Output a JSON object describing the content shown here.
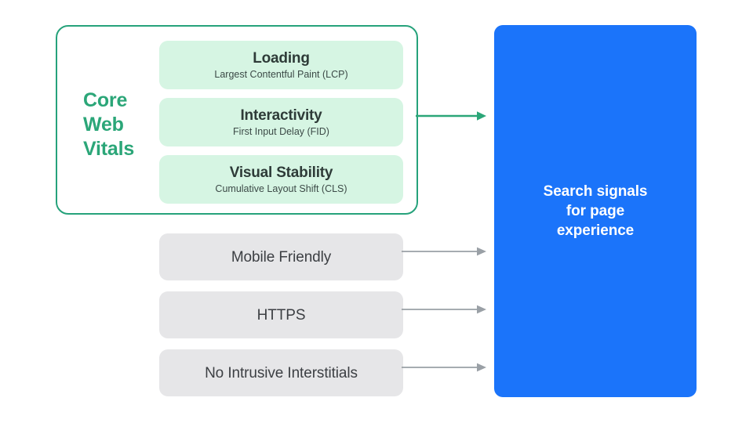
{
  "diagram": {
    "title": "Search signals for page experience",
    "colors": {
      "accent_green": "#2BA678",
      "group_border_green": "#26A27B",
      "card_mint": "#D6F5E3",
      "card_grey": "#E6E6E8",
      "panel_blue": "#1B74FA",
      "arrow_grey": "#9AA0A6",
      "text_dark": "#2E3B38",
      "text_white": "#FFFFFF"
    }
  },
  "core_web_vitals": {
    "group_label": "Core Web Vitals",
    "group_label_lines": [
      "Core",
      "Web",
      "Vitals"
    ],
    "metrics": [
      {
        "title": "Loading",
        "subtitle": "Largest Contentful Paint (LCP)",
        "abbr": "LCP"
      },
      {
        "title": "Interactivity",
        "subtitle": "First Input Delay (FID)",
        "abbr": "FID"
      },
      {
        "title": "Visual Stability",
        "subtitle": "Cumulative Layout Shift (CLS)",
        "abbr": "CLS"
      }
    ]
  },
  "other_signals": [
    {
      "label": "Mobile Friendly"
    },
    {
      "label": "HTTPS"
    },
    {
      "label": "No Intrusive Interstitials"
    }
  ],
  "destination": {
    "label": "Search signals for page experience",
    "lines": [
      "Search signals",
      "for page",
      "experience"
    ]
  },
  "arrows": [
    {
      "name": "core-web-vitals-to-destination",
      "color": "#2BA678"
    },
    {
      "name": "mobile-friendly-to-destination",
      "color": "#9AA0A6"
    },
    {
      "name": "https-to-destination",
      "color": "#9AA0A6"
    },
    {
      "name": "no-intrusive-interstitials-to-destination",
      "color": "#9AA0A6"
    }
  ]
}
